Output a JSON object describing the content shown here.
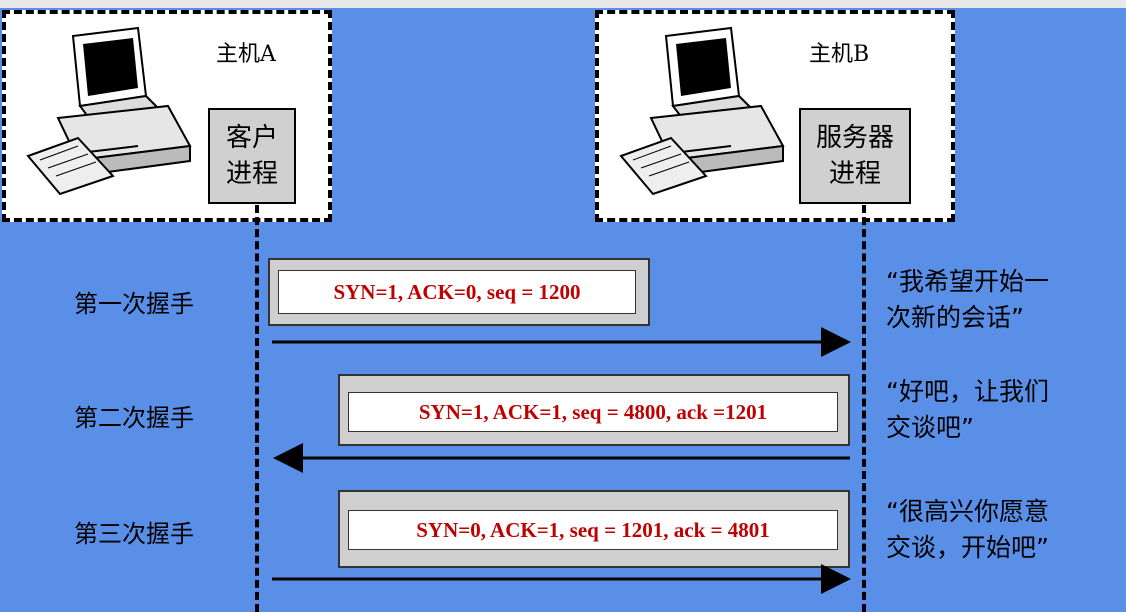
{
  "host_a": {
    "title": "主机A",
    "process_line1": "客户",
    "process_line2": "进程"
  },
  "host_b": {
    "title": "主机B",
    "process_line1": "服务器",
    "process_line2": "进程"
  },
  "steps": [
    {
      "label": "第一次握手",
      "message": "SYN=1, ACK=0, seq = 1200",
      "direction": "right",
      "quote_line1": "“我希望开始一",
      "quote_line2": "次新的会话”"
    },
    {
      "label": "第二次握手",
      "message": "SYN=1, ACK=1, seq = 4800, ack =1201",
      "direction": "left",
      "quote_line1": "“好吧，让我们",
      "quote_line2": "交谈吧”"
    },
    {
      "label": "第三次握手",
      "message": "SYN=0, ACK=1, seq = 1201, ack = 4801",
      "direction": "right",
      "quote_line1": "“很高兴你愿意",
      "quote_line2": "交谈，开始吧”"
    }
  ],
  "colors": {
    "background": "#5a8fe8",
    "message_text": "#c00000"
  },
  "icons": [
    "computer-icon",
    "computer-icon"
  ]
}
